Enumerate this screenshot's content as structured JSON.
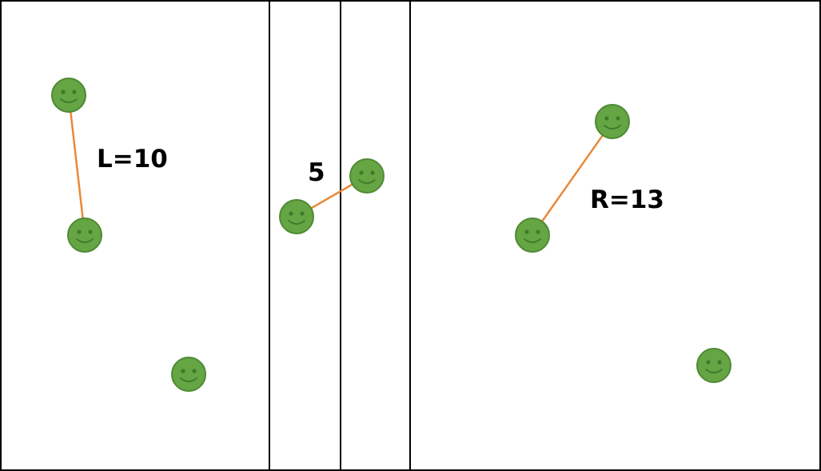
{
  "diagram": {
    "labels": {
      "left": "L=10",
      "middle": "5",
      "right": "R=13"
    },
    "colors": {
      "face_fill": "#66a544",
      "face_stroke": "#4f8a34",
      "face_features": "#3f7a2a",
      "edge": "#e8893a",
      "divider": "#000000",
      "background": "#ffffff"
    },
    "icons": {
      "node": "smiley-face-icon"
    }
  }
}
